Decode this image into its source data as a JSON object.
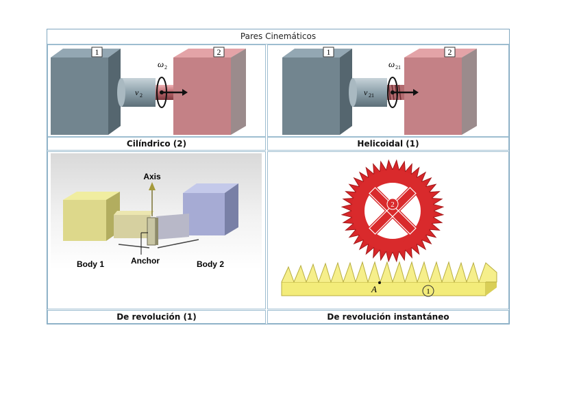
{
  "table": {
    "title": "Pares Cinemáticos",
    "cells": [
      {
        "caption": "Cilíndrico (2)",
        "labels": {
          "body1": "1",
          "body2": "2",
          "omega": "ω",
          "omega_sub": "2",
          "v": "v",
          "v_sub": "2"
        }
      },
      {
        "caption": "Helicoidal (1)",
        "labels": {
          "body1": "1",
          "body2": "2",
          "omega": "ω",
          "omega_sub": "21",
          "v": "v",
          "v_sub": "21"
        }
      },
      {
        "caption": "De revolución (1)",
        "labels": {
          "axis": "Axis",
          "anchor": "Anchor",
          "body1": "Body 1",
          "body2": "Body 2"
        }
      },
      {
        "caption": "De revolución instantáneo",
        "labels": {
          "gear": "2",
          "rack": "1",
          "point": "A"
        }
      }
    ]
  },
  "colors": {
    "border": "#9dbdd0",
    "block_gray": "#6f8591",
    "block_pink": "#c98a8f",
    "gear_red": "#d7272a",
    "rack_yellow": "#f3ec7a"
  }
}
